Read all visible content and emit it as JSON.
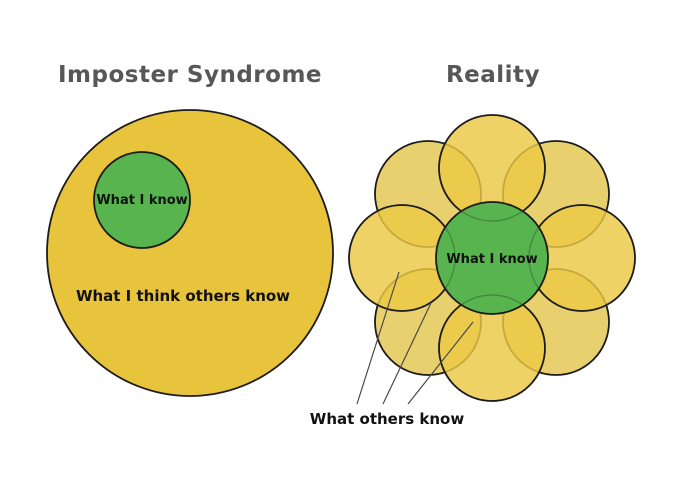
{
  "left": {
    "title": "Imposter Syndrome",
    "inner_label": "What I know",
    "outer_label": "What I think others know"
  },
  "right": {
    "title": "Reality",
    "center_label": "What I know",
    "bottom_label": "What others know"
  },
  "colors": {
    "title_text": "#575757",
    "yellow": "#e8c33c",
    "petal_back": "#e9d06e",
    "petal_front": "#ebc844",
    "green": "#57b44e",
    "outline": "#1c1c1c",
    "label_text": "#111111"
  }
}
